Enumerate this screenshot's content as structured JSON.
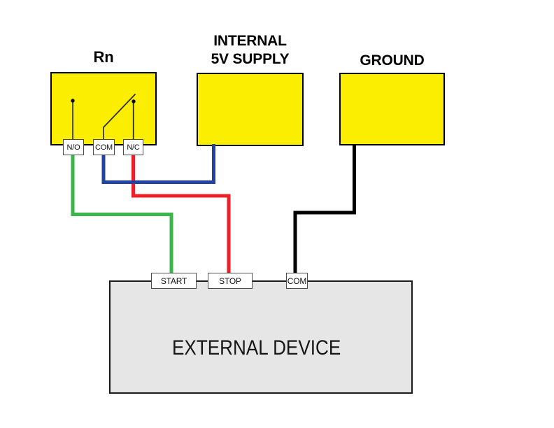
{
  "colors": {
    "background": "#FFFFFF",
    "box_fill": "#FCEE00",
    "box_border": "#000000",
    "device_fill": "#E6E6E7",
    "device_border": "#1A1A1A",
    "terminal_border": "#4A4A4C",
    "wire_green": "#3AB54A",
    "wire_red": "#EC2026",
    "wire_blue": "#2343A0",
    "wire_black": "#000000",
    "switch_line": "#2B2B2B",
    "text": "#000000"
  },
  "relay": {
    "title": "Rn",
    "terminals": [
      {
        "label": "N/O"
      },
      {
        "label": "COM"
      },
      {
        "label": "N/C"
      }
    ]
  },
  "supply": {
    "title_line1": "INTERNAL",
    "title_line2": "5V SUPPLY"
  },
  "ground": {
    "title": "GROUND"
  },
  "device": {
    "title": "EXTERNAL DEVICE",
    "terminals": [
      {
        "label": "START"
      },
      {
        "label": "STOP"
      },
      {
        "label": "COM"
      }
    ]
  },
  "wires": [
    {
      "name": "green-wire",
      "color": "#3AB54A",
      "from": "N/O",
      "to": "START"
    },
    {
      "name": "red-wire",
      "color": "#EC2026",
      "from": "N/C",
      "to": "STOP"
    },
    {
      "name": "blue-wire",
      "color": "#2343A0",
      "from": "COM",
      "to": "INTERNAL 5V SUPPLY"
    },
    {
      "name": "black-wire",
      "color": "#000000",
      "from": "GROUND",
      "to": "COM"
    }
  ]
}
